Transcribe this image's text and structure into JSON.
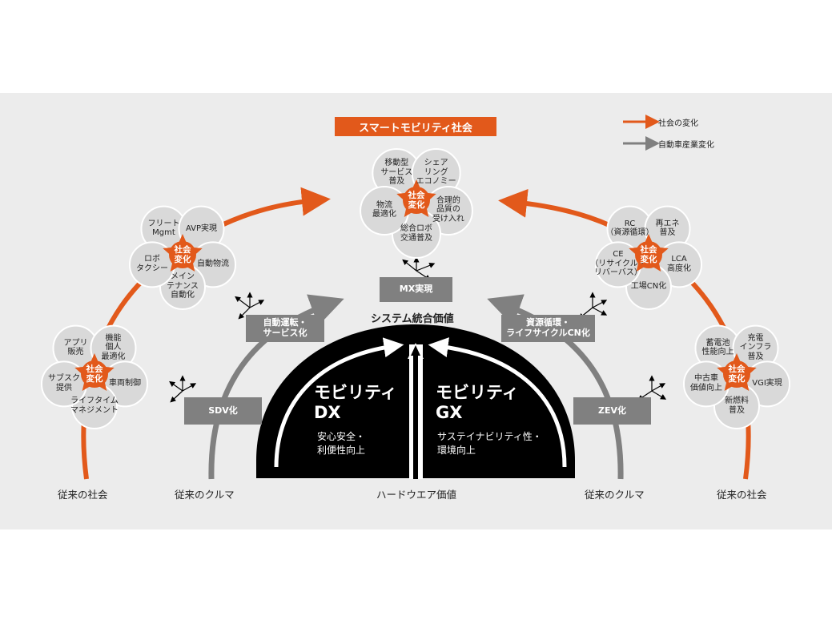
{
  "title": "スマートモビリティ社会",
  "legend": {
    "social": "社会の変化",
    "industry": "自動車産業変化"
  },
  "center_label": "社会\n変化",
  "cluster_top": [
    "移動型\nサービス\n普及",
    "シェア\nリング\nエコノミー",
    "合理的\n品質の\n受け入れ",
    "総合ロボ\n交通普及",
    "物流\n最適化"
  ],
  "cluster_left_upper": [
    "フリート\nMgmt",
    "AVP実現",
    "自動物流",
    "メイン\nテナンス\n自動化",
    "ロボ\nタクシー"
  ],
  "cluster_left_lower": [
    "アプリ\n販売",
    "機能\n個人\n最適化",
    "車両制御",
    "ライフタイム\nマネジメント",
    "サブスク\n提供"
  ],
  "cluster_right_upper": [
    "RC\n（資源循環）",
    "再エネ\n普及",
    "LCA\n高度化",
    "工場CN化",
    "CE\n（リサイクル・\nリバーバス）"
  ],
  "cluster_right_lower": [
    "蓄電池\n性能向上",
    "充電\nインフラ\n普及",
    "VGI実現",
    "新燃料\n普及",
    "中古車\n価値向上"
  ],
  "boxes": {
    "mx": "MX実現",
    "autonomous": "自動運転・\nサービス化",
    "sdv": "SDV化",
    "resource": "資源循環・\nライフサイクルCN化",
    "zev": "ZEV化"
  },
  "system_value": "システム統合価値",
  "hardware_value": "ハードウエア価値",
  "dx": {
    "title": "モビリティ\nDX",
    "sub": "安心安全・\n利便性向上"
  },
  "gx": {
    "title": "モビリティ\nGX",
    "sub": "サステイナビリティ性・\n環境向上"
  },
  "bottom": {
    "left_society": "従来の社会",
    "left_car": "従来のクルマ",
    "right_car": "従来のクルマ",
    "right_society": "従来の社会"
  },
  "colors": {
    "orange": "#e2591b",
    "gray": "#808080",
    "circle": "#d9d9d9",
    "dome": "#000000",
    "panel": "#ececec"
  }
}
